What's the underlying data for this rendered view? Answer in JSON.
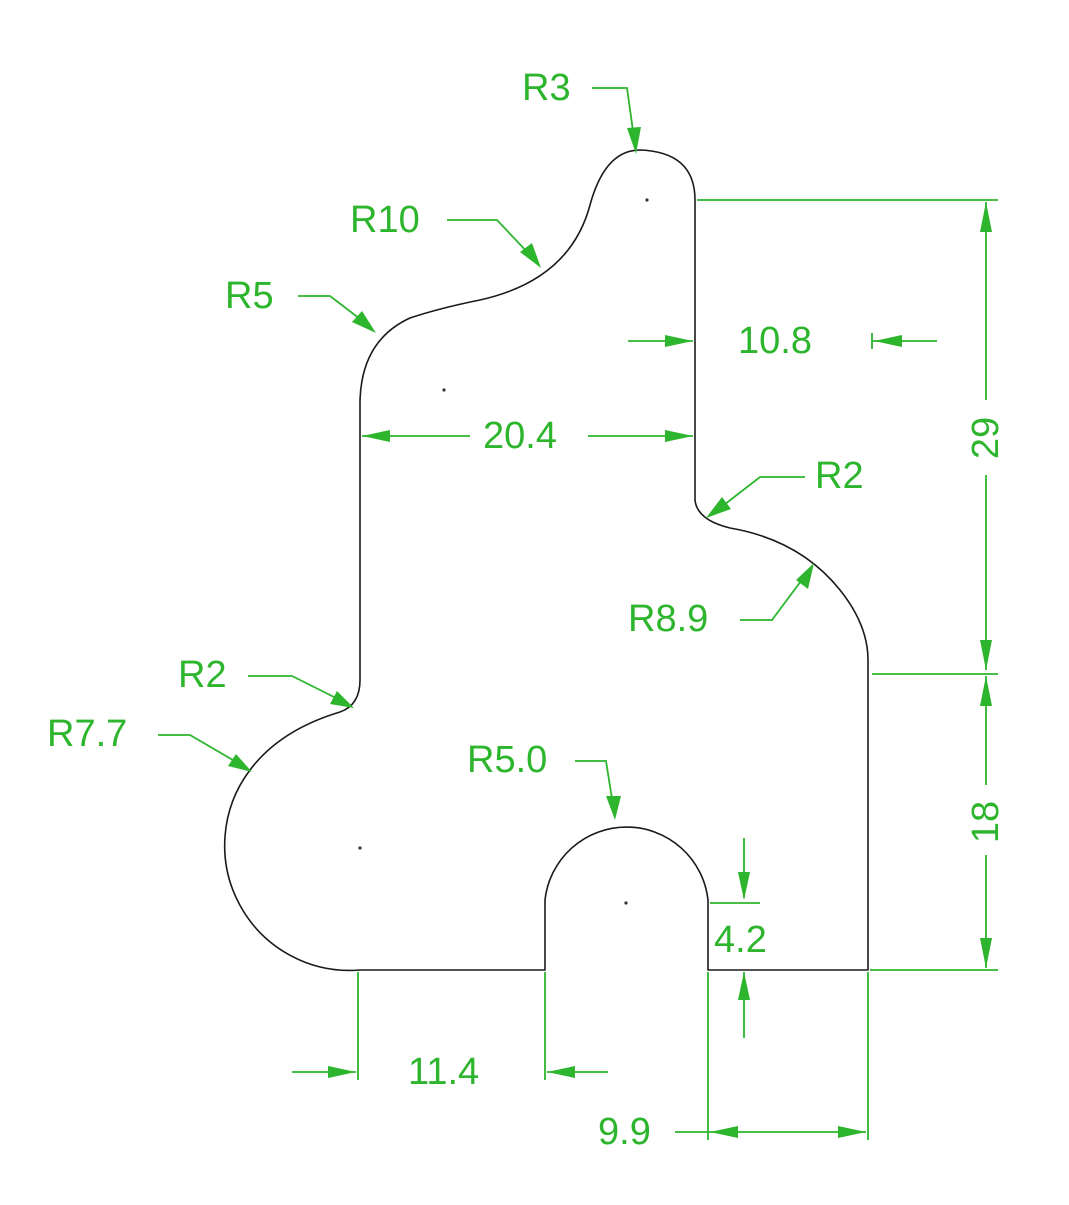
{
  "drawing": {
    "colors": {
      "outline": "#1a1a1a",
      "dimension": "#2db52d",
      "background": "#ffffff"
    },
    "radius_labels": {
      "r3": "R3",
      "r10": "R10",
      "r5": "R5",
      "r2_upper": "R2",
      "r8_9": "R8.9",
      "r2_lower": "R2",
      "r7_7": "R7.7",
      "r5_0": "R5.0"
    },
    "linear_labels": {
      "width_20_4": "20.4",
      "width_10_8": "10.8",
      "height_29": "29",
      "height_18": "18",
      "slot_depth_4_2": "4.2",
      "bottom_11_4": "11.4",
      "bottom_9_9": "9.9"
    }
  }
}
